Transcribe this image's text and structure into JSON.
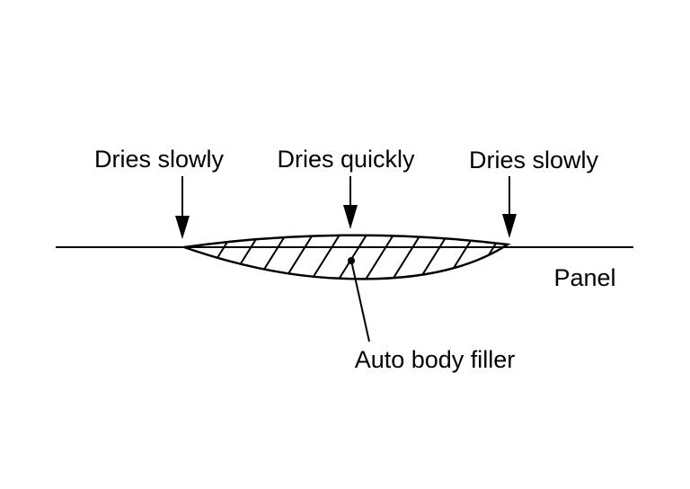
{
  "labels": {
    "left": "Dries slowly",
    "center": "Dries quickly",
    "right": "Dries slowly",
    "panel": "Panel",
    "filler": "Auto body filler"
  }
}
